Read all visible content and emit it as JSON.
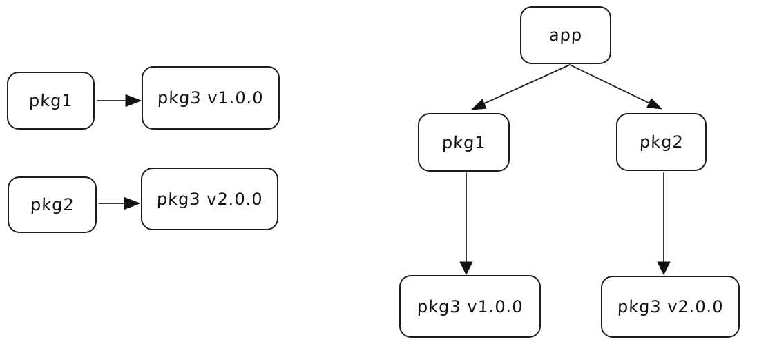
{
  "colors": {
    "background": "#ffffff",
    "stroke": "#1c1c1c",
    "node_fill": "#ffffff",
    "text": "#111111"
  },
  "left_diagram": {
    "description": "two independent dependency pairs",
    "nodes": [
      {
        "label": "pkg1"
      },
      {
        "label": "pkg3 v1.0.0"
      },
      {
        "label": "pkg2"
      },
      {
        "label": "pkg3 v2.0.0"
      }
    ],
    "edges": [
      {
        "from": "pkg1",
        "to": "pkg3 v1.0.0"
      },
      {
        "from": "pkg2",
        "to": "pkg3 v2.0.0"
      }
    ]
  },
  "right_diagram": {
    "description": "app dependency tree",
    "nodes": [
      {
        "label": "app"
      },
      {
        "label": "pkg1"
      },
      {
        "label": "pkg2"
      },
      {
        "label": "pkg3 v1.0.0"
      },
      {
        "label": "pkg3 v2.0.0"
      }
    ],
    "edges": [
      {
        "from": "app",
        "to": "pkg1"
      },
      {
        "from": "app",
        "to": "pkg2"
      },
      {
        "from": "pkg1",
        "to": "pkg3 v1.0.0"
      },
      {
        "from": "pkg2",
        "to": "pkg3 v2.0.0"
      }
    ]
  }
}
